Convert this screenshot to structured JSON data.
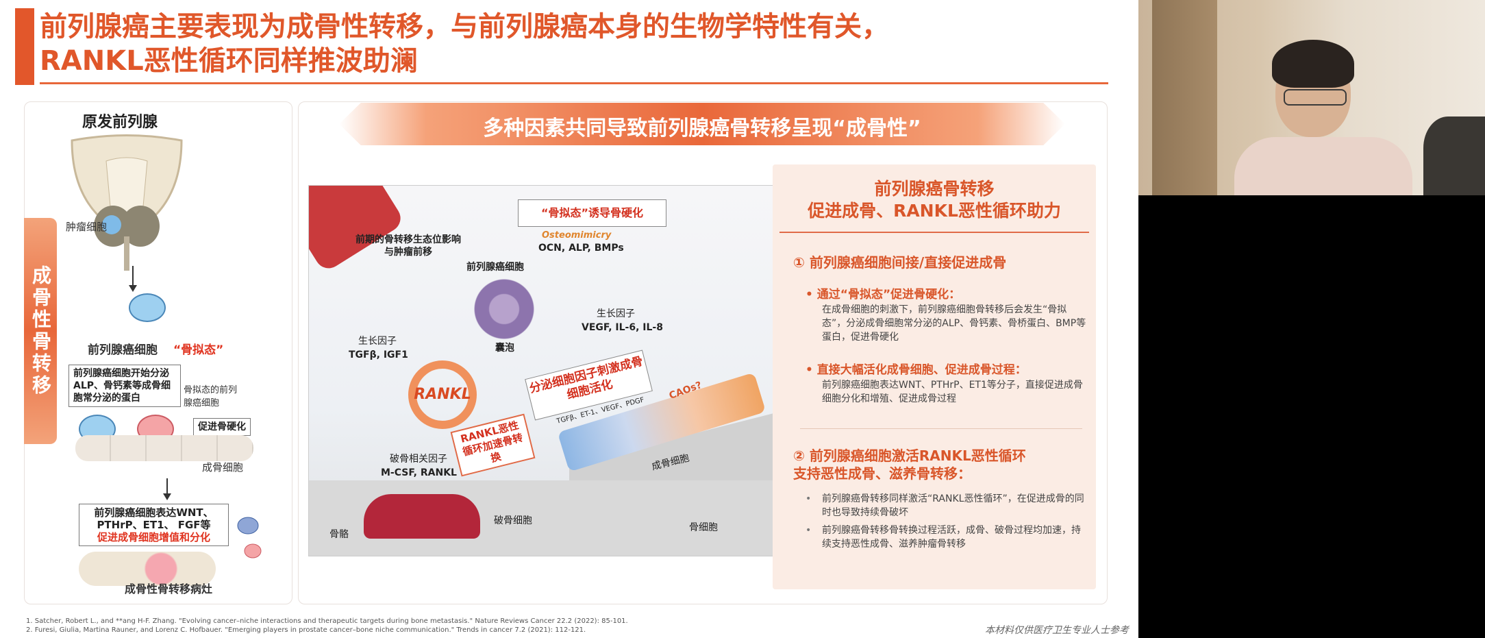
{
  "slide": {
    "title_line1": "前列腺癌主要表现为成骨性转移，与前列腺癌本身的生物学特性有关，",
    "title_line2": "RANKL恶性循环同样推波助澜",
    "left": {
      "heading": "原发前列腺",
      "side_tab": "成骨性骨转移",
      "tumor_cell_label": "肿瘤细胞",
      "pca_cell_label": "前列腺癌细胞",
      "osteomimicry_label": "“骨拟态”",
      "box1": "前列腺癌细胞开始分泌ALP、骨钙素等成骨细胞常分泌的蛋白",
      "mimic_label": "骨拟态的前列腺癌细胞",
      "promote_box": "促进骨硬化",
      "osteoblast_label": "成骨细胞",
      "box2_line1": "前列腺癌细胞表达WNT、PTHrP、ET1、 FGF等",
      "box2_line2": "促进成骨细胞增值和分化",
      "lesion_label": "成骨性骨转移病灶"
    },
    "banner": "多种因素共同导致前列腺癌骨转移呈现“成骨性”",
    "figure": {
      "niche_text": "前期的骨转移生态位影响与肿瘤前移",
      "osteomimicry_box": "“骨拟态”诱导骨硬化",
      "osteomimicry_en": "Osteomimicry",
      "ocn": "OCN, ALP, BMPs",
      "pca_cells": "前列腺癌细胞",
      "growth_left_label": "生长因子",
      "growth_left_value": "TGFβ, IGF1",
      "growth_right_label": "生长因子",
      "growth_right_value": "VEGF, IL-6, IL-8",
      "vesicles": "囊泡",
      "rankl": "RANKL",
      "secrete_box": "分泌细胞因子刺激成骨细胞活化",
      "secrete_small": "TGFβ、ET-1、VEGF、PDGF",
      "caos": "CAOs?",
      "rankl_tag": "RANKL恶性循环加速骨转换",
      "bone_factor_label": "破骨相关因子",
      "bone_factor_value": "M-CSF, RANKL",
      "osteoblast_label": "成骨细胞",
      "bone_label": "骨骼",
      "osteoclast_label": "破骨细胞",
      "osteocyte_label": "骨细胞"
    },
    "right_panel": {
      "title_line1": "前列腺癌骨转移",
      "title_line2": "促进成骨、RANKL恶性循环助力",
      "h1": "① 前列腺癌细胞间接/直接促进成骨",
      "s1": "• 通过“骨拟态”促进骨硬化：",
      "p1": "在成骨细胞的刺激下，前列腺癌细胞骨转移后会发生“骨拟态”，分泌成骨细胞常分泌的ALP、骨钙素、骨桥蛋白、BMP等蛋白，促进骨硬化",
      "s2": "• 直接大幅活化成骨细胞、促进成骨过程：",
      "p2": "前列腺癌细胞表达WNT、PTHrP、ET1等分子，直接促进成骨细胞分化和增殖、促进成骨过程",
      "h2_line1": "② 前列腺癌细胞激活RANKL恶性循环",
      "h2_line2": "支持恶性成骨、滋养骨转移：",
      "p3": "前列腺癌骨转移同样激活“RANKL恶性循环”，在促进成骨的同时也导致持续骨破坏",
      "p4": "前列腺癌骨转移骨转换过程活跃，成骨、破骨过程均加速，持续支持恶性成骨、滋养肿瘤骨转移"
    },
    "refs": [
      "1.  Satcher, Robert L., and **ang H-F. Zhang. \"Evolving cancer–niche interactions and therapeutic targets during bone metastasis.\" Nature Reviews Cancer 22.2 (2022): 85-101.",
      "2.  Furesi, Giulia, Martina Rauner, and Lorenz C. Hofbauer. \"Emerging players in prostate cancer–bone niche communication.\" Trends in cancer 7.2 (2021): 112-121."
    ],
    "disclaimer": "本材料仅供医疗卫生专业人士参考"
  },
  "colors": {
    "accent": "#e2572b",
    "panel_bg": "#fbece4",
    "text_red": "#d3301e"
  }
}
